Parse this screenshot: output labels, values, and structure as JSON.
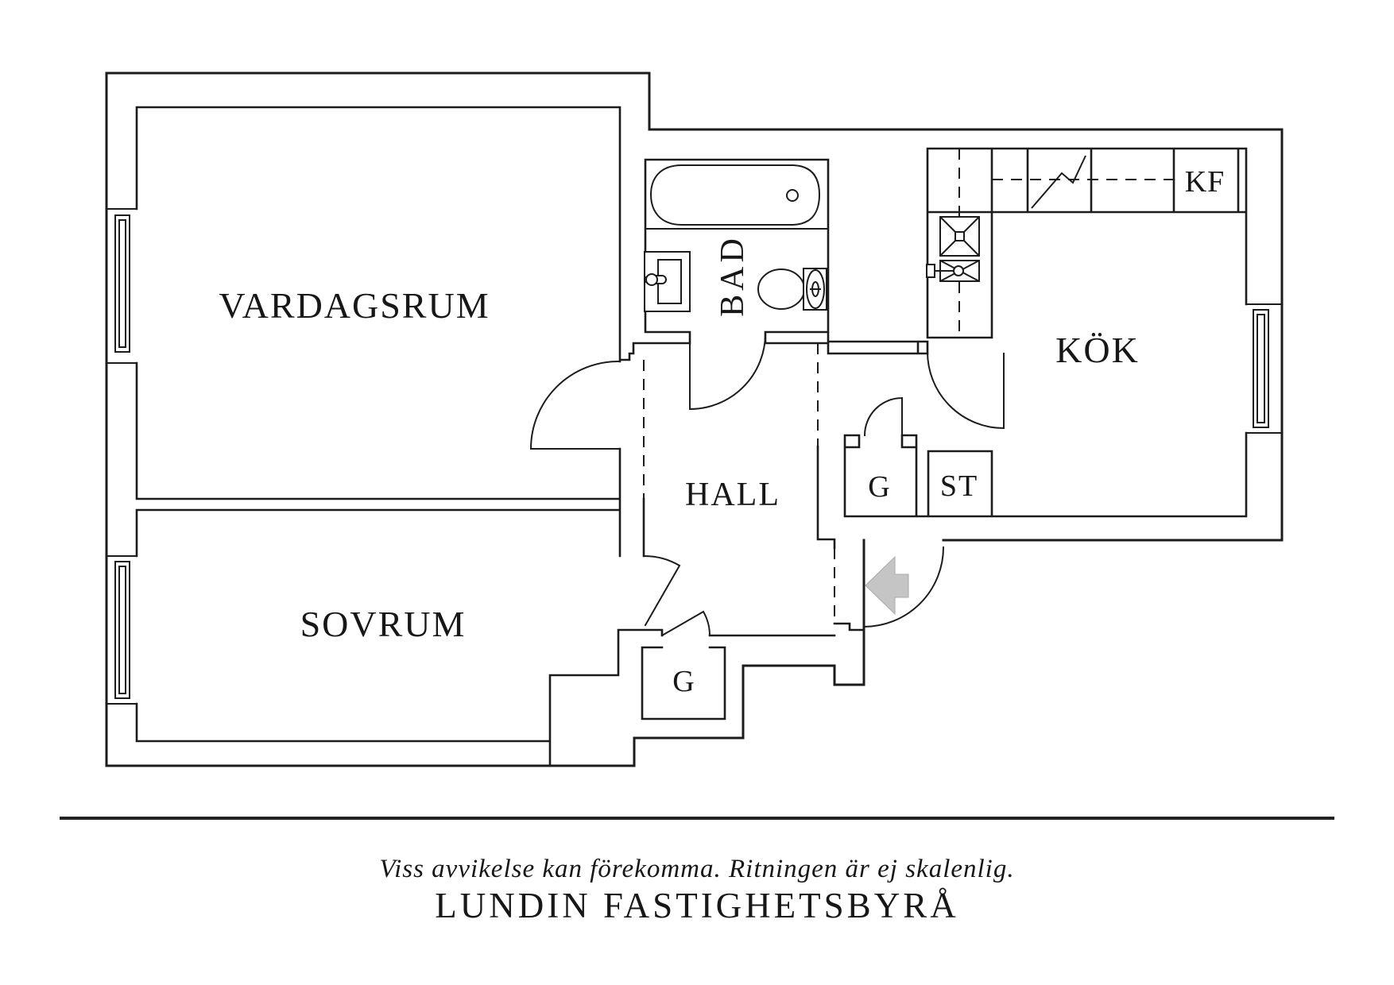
{
  "floorplan": {
    "rooms": {
      "vardagsrum": "VARDAGSRUM",
      "sovrum": "SOVRUM",
      "hall": "HALL",
      "bad": "BAD",
      "kok": "KÖK"
    },
    "storage": {
      "g_upper": "G",
      "st": "ST",
      "g_lower": "G",
      "kf": "KF"
    },
    "symbols": [
      "bathtub",
      "washbasin",
      "toilet",
      "kitchen-sink",
      "stove",
      "entrance-arrow"
    ],
    "colors": {
      "line": "#1c1c1c",
      "arrow_fill": "#c5c5c5",
      "background": "#ffffff"
    }
  },
  "footer": {
    "disclaimer": "Viss avvikelse kan förekomma. Ritningen är ej skalenlig.",
    "brand": "LUNDIN FASTIGHETSBYRÅ"
  }
}
